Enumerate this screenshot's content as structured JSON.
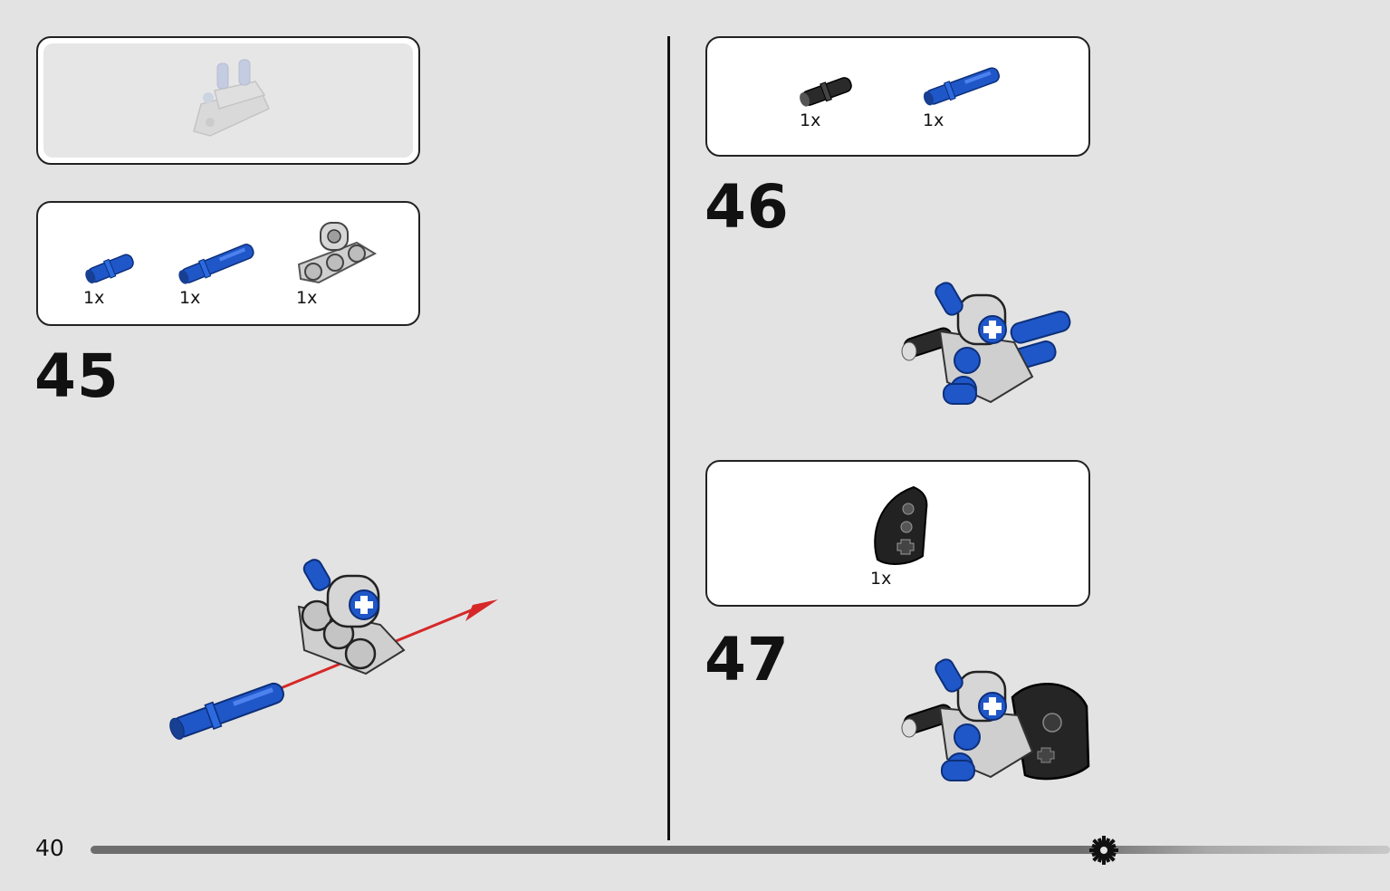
{
  "page": {
    "number": "40",
    "progress_fraction": 0.78
  },
  "colors": {
    "technic_blue": "#1f57c8",
    "light_gray": "#c9c9c9",
    "dark_gray": "#2a2a2a",
    "arrow_red": "#d62828"
  },
  "left_column": {
    "subassembly_preview": {
      "icon": "subassembly-model-icon"
    },
    "step_45": {
      "number": "45",
      "parts": [
        {
          "icon": "blue-pin-short-icon",
          "qty": "1x"
        },
        {
          "icon": "blue-axle-pin-long-icon",
          "qty": "1x"
        },
        {
          "icon": "gray-beam-with-axle-hole-icon",
          "qty": "1x"
        }
      ]
    }
  },
  "right_column": {
    "step_46": {
      "number": "46",
      "parts": [
        {
          "icon": "black-pin-icon",
          "qty": "1x"
        },
        {
          "icon": "blue-axle-pin-long-icon",
          "qty": "1x"
        }
      ]
    },
    "step_47": {
      "number": "47",
      "parts": [
        {
          "icon": "black-curved-panel-icon",
          "qty": "1x"
        }
      ]
    }
  }
}
